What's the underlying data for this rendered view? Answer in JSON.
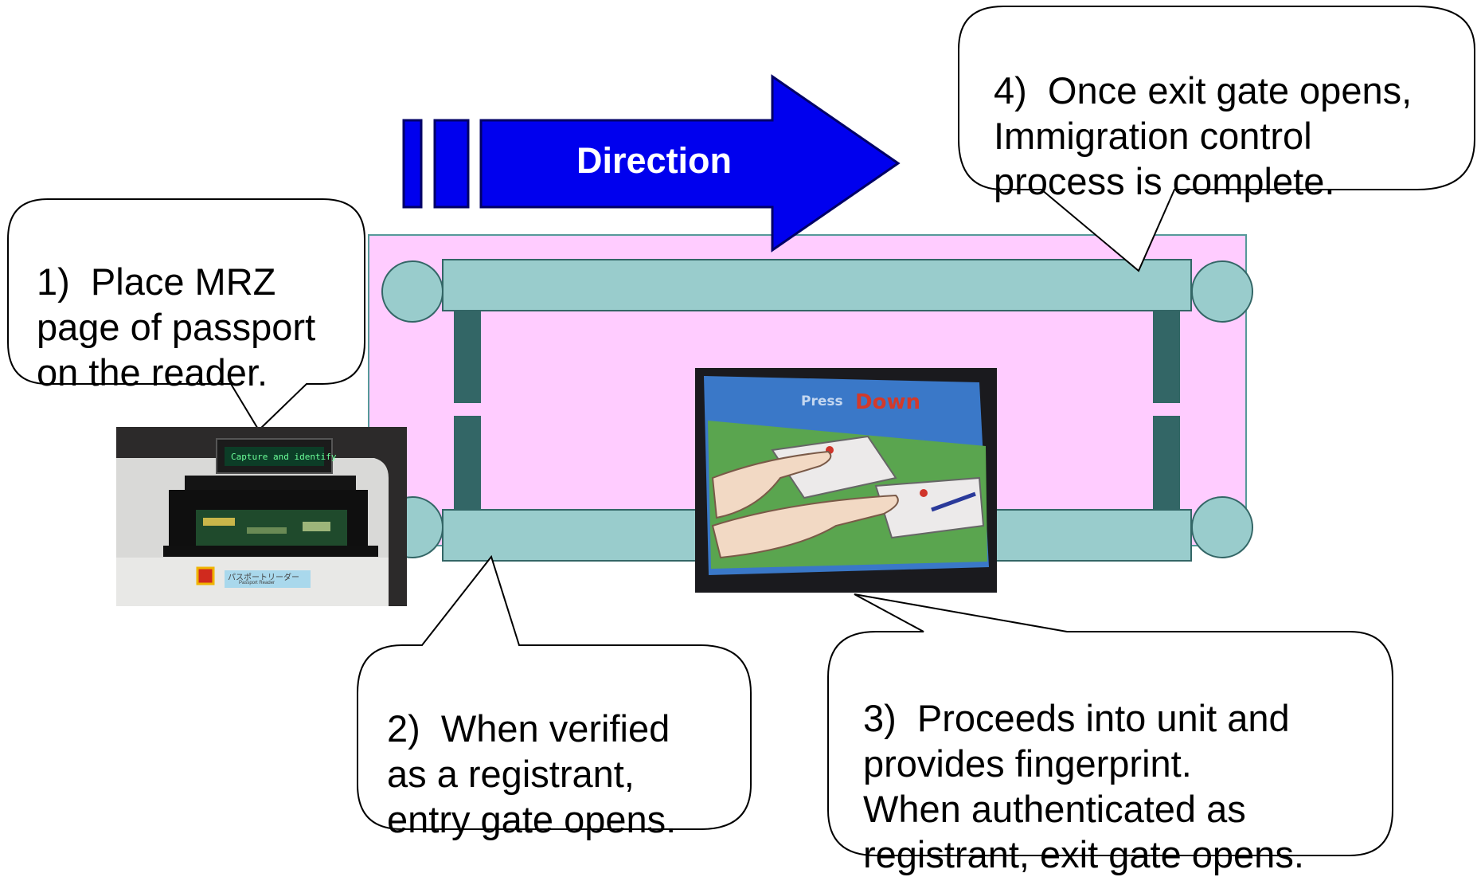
{
  "direction": {
    "label": "Direction"
  },
  "steps": [
    {
      "number": "1)",
      "text": "Place MRZ\npage of passport\non the reader."
    },
    {
      "number": "2)",
      "text": "When verified\nas a registrant,\nentry gate opens."
    },
    {
      "number": "3)",
      "text": "Proceeds into unit and\nprovides fingerprint.\nWhen authenticated as\nregistrant, exit gate opens."
    },
    {
      "number": "4)",
      "text": "Once exit gate opens,\nImmigration control\nprocess is complete."
    }
  ],
  "reader_photo": {
    "lcd_text": "Capture and identify",
    "label_jp": "パスポートリーダー",
    "label_en": "Passport Reader"
  },
  "screen_photo": {
    "title_word1": "Press",
    "title_word2": "Down"
  },
  "colors": {
    "area_fill": "#ffccff",
    "gate_bar": "#99cccc",
    "gate_post": "#336666",
    "arrow": "#0000ee",
    "arrow_outline": "#000066"
  }
}
